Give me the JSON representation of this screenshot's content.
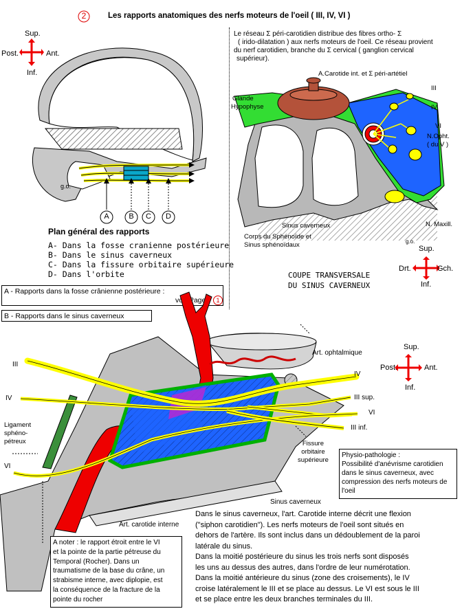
{
  "header": {
    "page_number": "2",
    "title": "Les rapports anatomiques des nerfs moteurs de l'oeil ( III, IV, VI )"
  },
  "orientation_top_left": {
    "sup": "Sup.",
    "inf": "Inf.",
    "post": "Post.",
    "ant": "Ant."
  },
  "diagram_general": {
    "letters": [
      "A",
      "B",
      "C",
      "D"
    ],
    "signature": "g.o.",
    "legend_title": "Plan général des rapports",
    "legend_items": [
      {
        "key": "A-",
        "text": "Dans la fosse cranienne postérieure"
      },
      {
        "key": "B-",
        "text": "Dans le sinus caverneux"
      },
      {
        "key": "C-",
        "text": "Dans la fissure orbitaire supérieure"
      },
      {
        "key": "D-",
        "text": "Dans l'orbite"
      }
    ]
  },
  "coupe": {
    "intro_lines": [
      "Le réseau Σ péri-carotidien distribue des fibres ortho- Σ",
      "( irido-dilatation ) aux nerfs moteurs de l'oeil. Ce réseau provient",
      "du nerf carotidien, branche du Σ cervical ( ganglion cervical",
      "supérieur)."
    ],
    "label_carotide": "A.Carotide int. et Σ péri-artétiel",
    "label_glande_1": "Glande",
    "label_glande_2": "Hypophyse",
    "label_III": "III",
    "label_IV": "IV",
    "label_VI": "VI",
    "label_nophth_1": "N.Opht.",
    "label_nophth_2": "( du V )",
    "label_nmaxill": "N. Maxill.",
    "label_sinus": "Sinus caverneux",
    "label_corps_1": "Corps du Sphénoïde et",
    "label_corps_2": "Sinus sphénoïdaux",
    "caption_1": "COUPE TRANSVERSALE",
    "caption_2": "DU SINUS CAVERNEUX",
    "signature": "g.o."
  },
  "orientation_coupe": {
    "sup": "Sup.",
    "inf": "Inf.",
    "left": "Drt.",
    "right": "Gch."
  },
  "section_a": {
    "line1": "A - Rapports dans  la fosse crânienne postérieure :",
    "line2": "voir Page",
    "page_ref": "1"
  },
  "section_b": {
    "title": "B - Rapports dans  le sinus caverneux"
  },
  "lateral": {
    "label_III_left": "III",
    "label_IV_left": "IV",
    "label_VI_left": "VI",
    "label_ligament_1": "Ligament",
    "label_ligament_2": "sphéno-",
    "label_ligament_3": "pétreux",
    "label_art_ophtalmique": "Art. ophtalmique",
    "label_IV_right": "IV",
    "label_III_sup": "III sup.",
    "label_VI_right": "VI",
    "label_III_inf": "III inf.",
    "label_fissure_1": "Fissure",
    "label_fissure_2": "orbitaire",
    "label_fissure_3": "supérieure",
    "label_sinus": "Sinus caverneux",
    "label_art_carotide": "Art. carotide interne"
  },
  "orientation_lateral": {
    "sup": "Sup.",
    "inf": "Inf.",
    "post": "Post.",
    "ant": "Ant."
  },
  "physio_box": {
    "lines": [
      "Physio-pathologie :",
      "Possibilité d'anévrisme carotidien",
      "dans le sinus caverneux, avec",
      "compression des nerfs moteurs de",
      "l'oeil"
    ]
  },
  "note_box": {
    "lines": [
      "A noter : le rapport étroit entre le VI",
      "et la pointe de la partie pétreuse du",
      "Temporal (Rocher). Dans un",
      "traumatisme de la base du crâne, un",
      "strabisme interne, avec diplopie, est",
      "la  conséquence  de la fracture de la",
      "pointe du rocher"
    ]
  },
  "description": {
    "lines": [
      "Dans le sinus caverneux, l'art. Carotide interne décrit une flexion",
      "(\"siphon carotidien\"). Les nerfs moteurs de l'oeil sont situés en",
      "dehors de l'artère. Ils sont inclus dans un dédoublement de la paroi",
      "latérale du sinus.",
      "Dans la moitié postérieure du sinus les trois nerfs sont disposés",
      "les uns au dessus des autres, dans l'ordre de leur numérotation.",
      "Dans la moitié antérieure du sinus (zone des croisements), le IV",
      "croise latéralement le III et se place au dessus. Le VI est sous le III",
      "et se place entre les deux branches terminales du III."
    ]
  }
}
